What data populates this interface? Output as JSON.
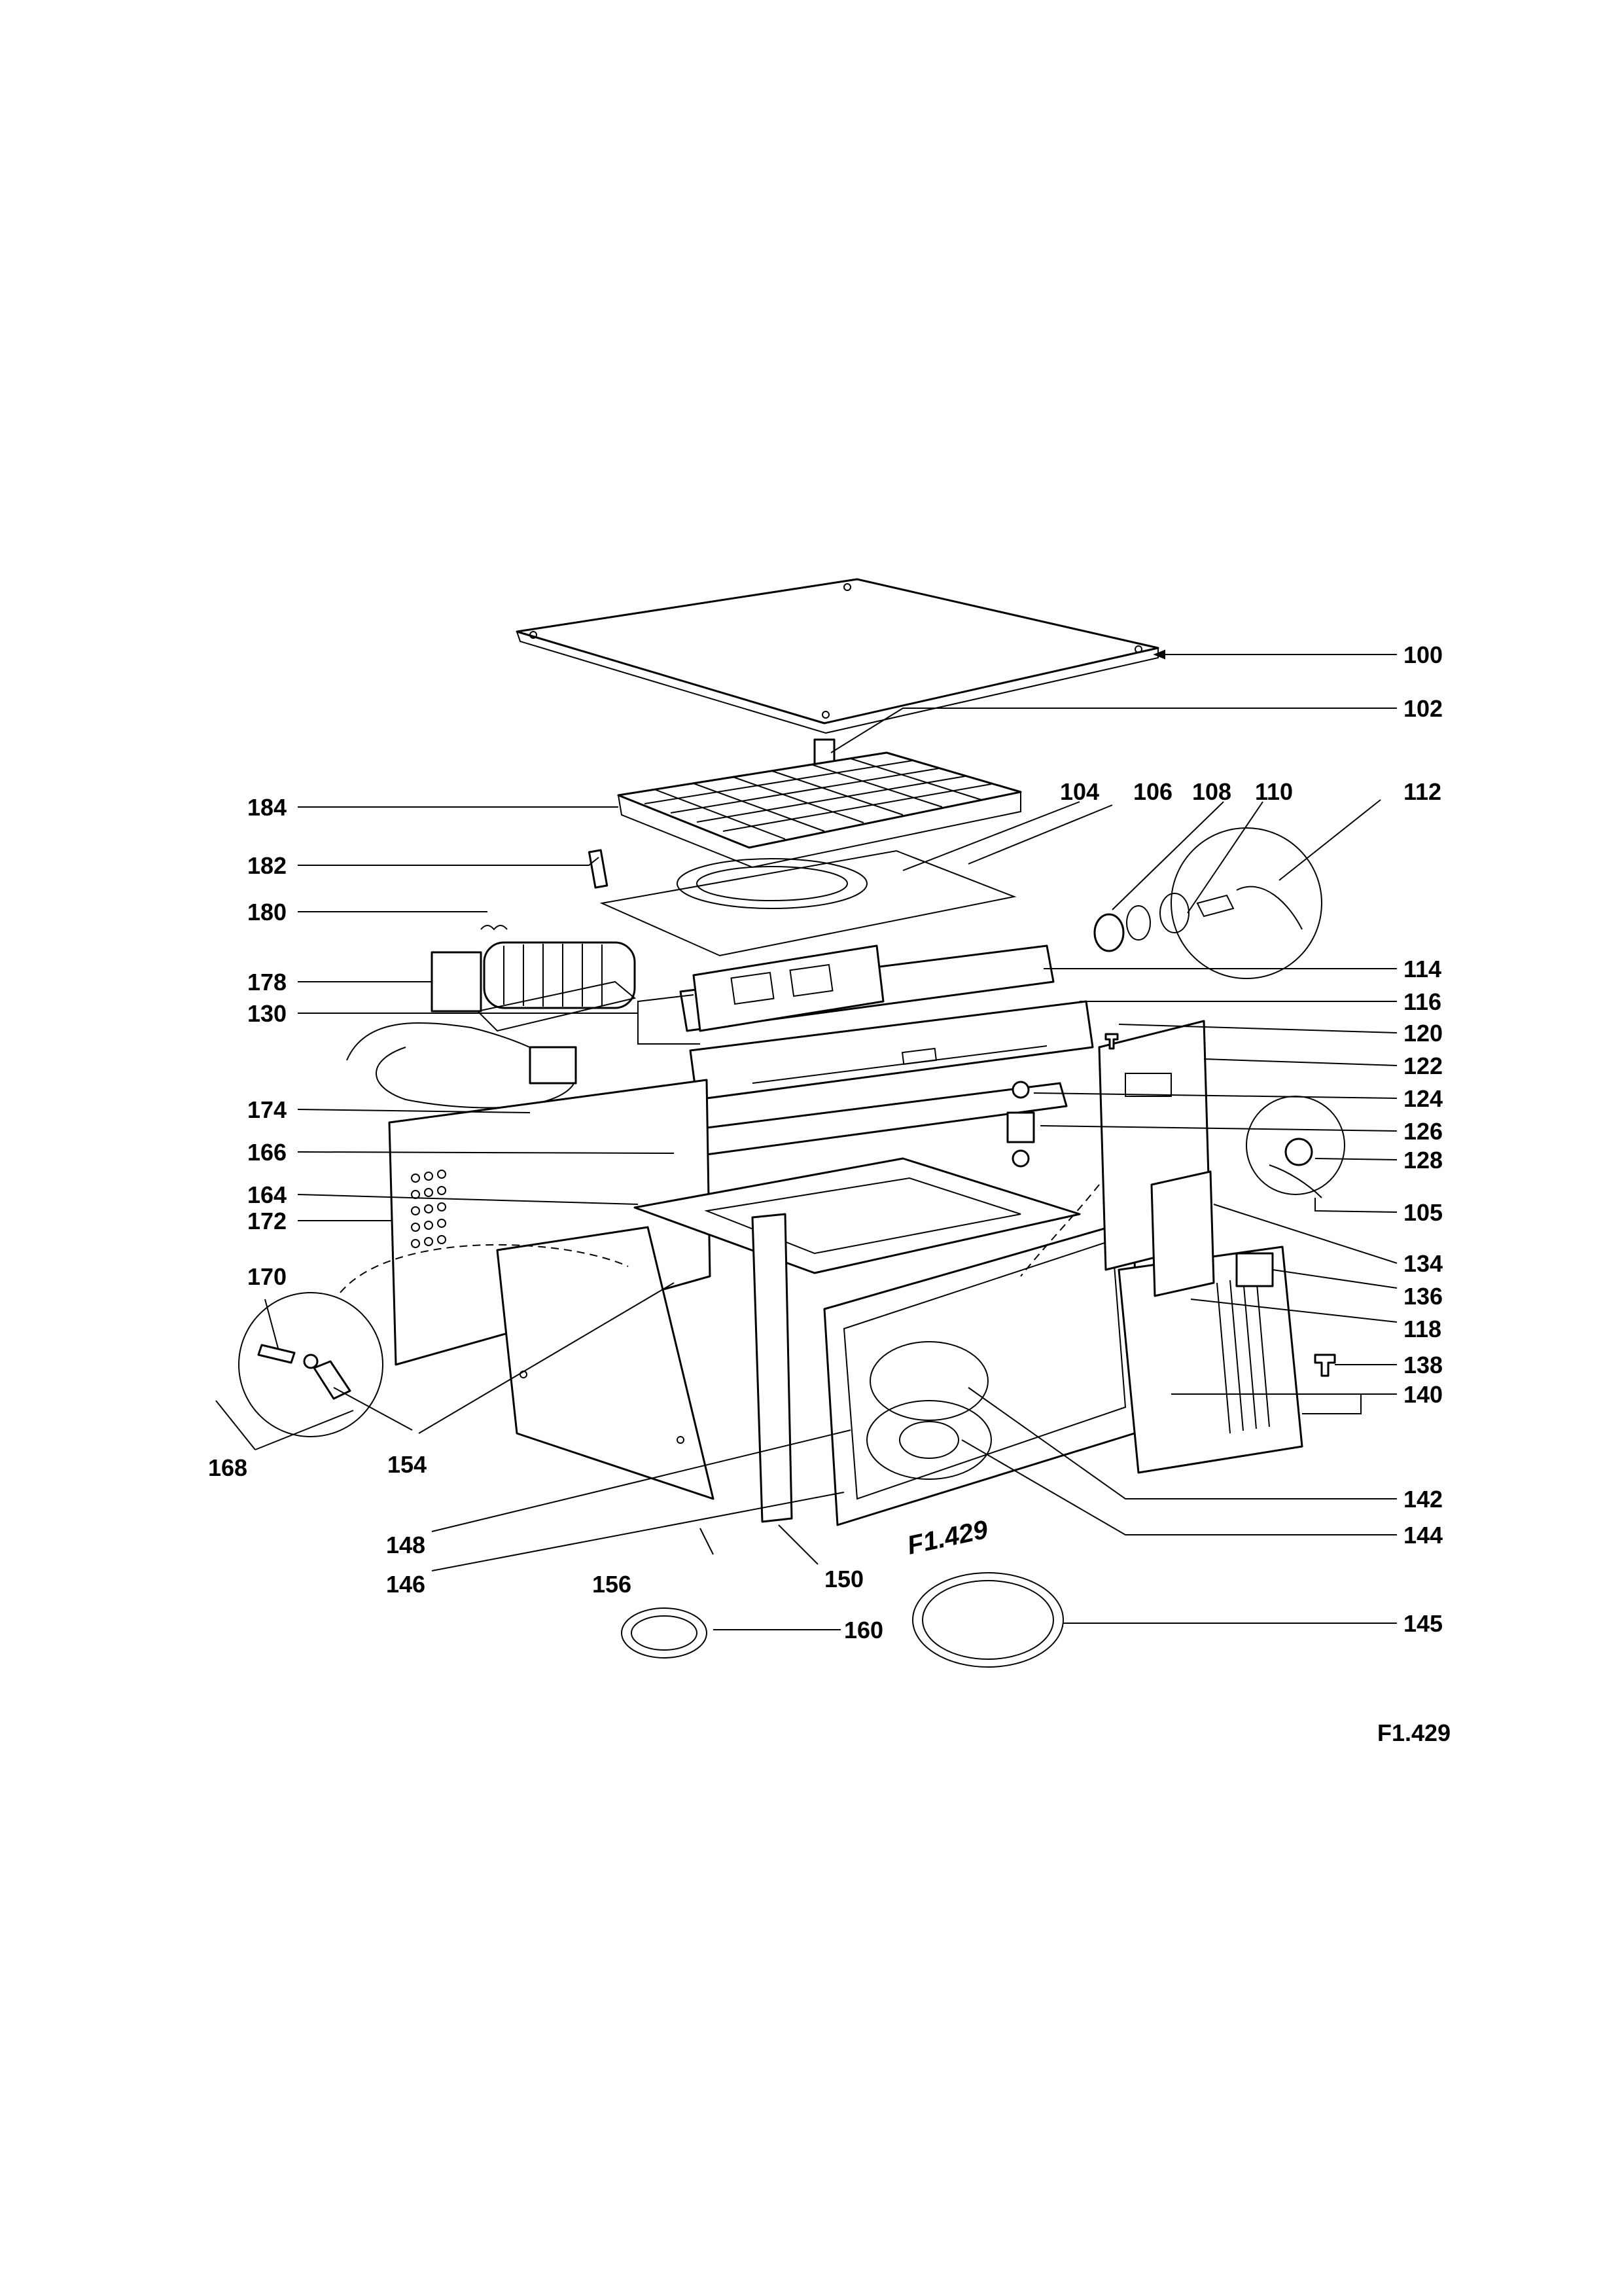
{
  "figure_id": "F1.429",
  "figure_id_corner": "F1.429",
  "labels": {
    "l100": "100",
    "l102": "102",
    "l104": "104",
    "l105": "105",
    "l106": "106",
    "l108": "108",
    "l110": "110",
    "l112": "112",
    "l114": "114",
    "l116": "116",
    "l118": "118",
    "l120": "120",
    "l122": "122",
    "l124": "124",
    "l126": "126",
    "l128": "128",
    "l130": "130",
    "l134": "134",
    "l136": "136",
    "l138": "138",
    "l140": "140",
    "l142": "142",
    "l144": "144",
    "l145": "145",
    "l146": "146",
    "l148": "148",
    "l150": "150",
    "l154": "154",
    "l156": "156",
    "l160": "160",
    "l164": "164",
    "l166": "166",
    "l168": "168",
    "l170": "170",
    "l172": "172",
    "l174": "174",
    "l178": "178",
    "l180": "180",
    "l182": "182",
    "l184": "184"
  }
}
